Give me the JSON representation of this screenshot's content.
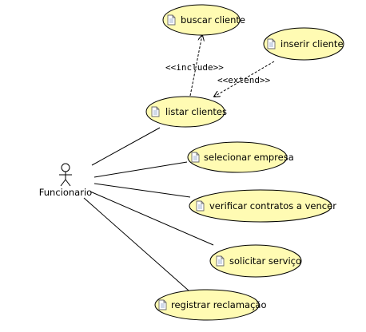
{
  "diagram": {
    "actor": {
      "name": "Funcionario"
    },
    "use_cases": [
      {
        "id": "buscar-cliente",
        "label": "buscar cliente"
      },
      {
        "id": "inserir-cliente",
        "label": "inserir cliente"
      },
      {
        "id": "listar-clientes",
        "label": "listar clientes"
      },
      {
        "id": "selecionar-empresa",
        "label": "selecionar empresa"
      },
      {
        "id": "verificar-contratos",
        "label": "verificar contratos a vencer"
      },
      {
        "id": "solicitar-servico",
        "label": "solicitar serviço"
      },
      {
        "id": "registrar-reclamacao",
        "label": "registrar reclamação"
      }
    ],
    "relations": {
      "include_label": "<<include>>",
      "extend_label": "<<extend>>"
    },
    "colors": {
      "use_case_fill": "#fffbb3",
      "use_case_stroke": "#000000",
      "line": "#000000"
    }
  }
}
